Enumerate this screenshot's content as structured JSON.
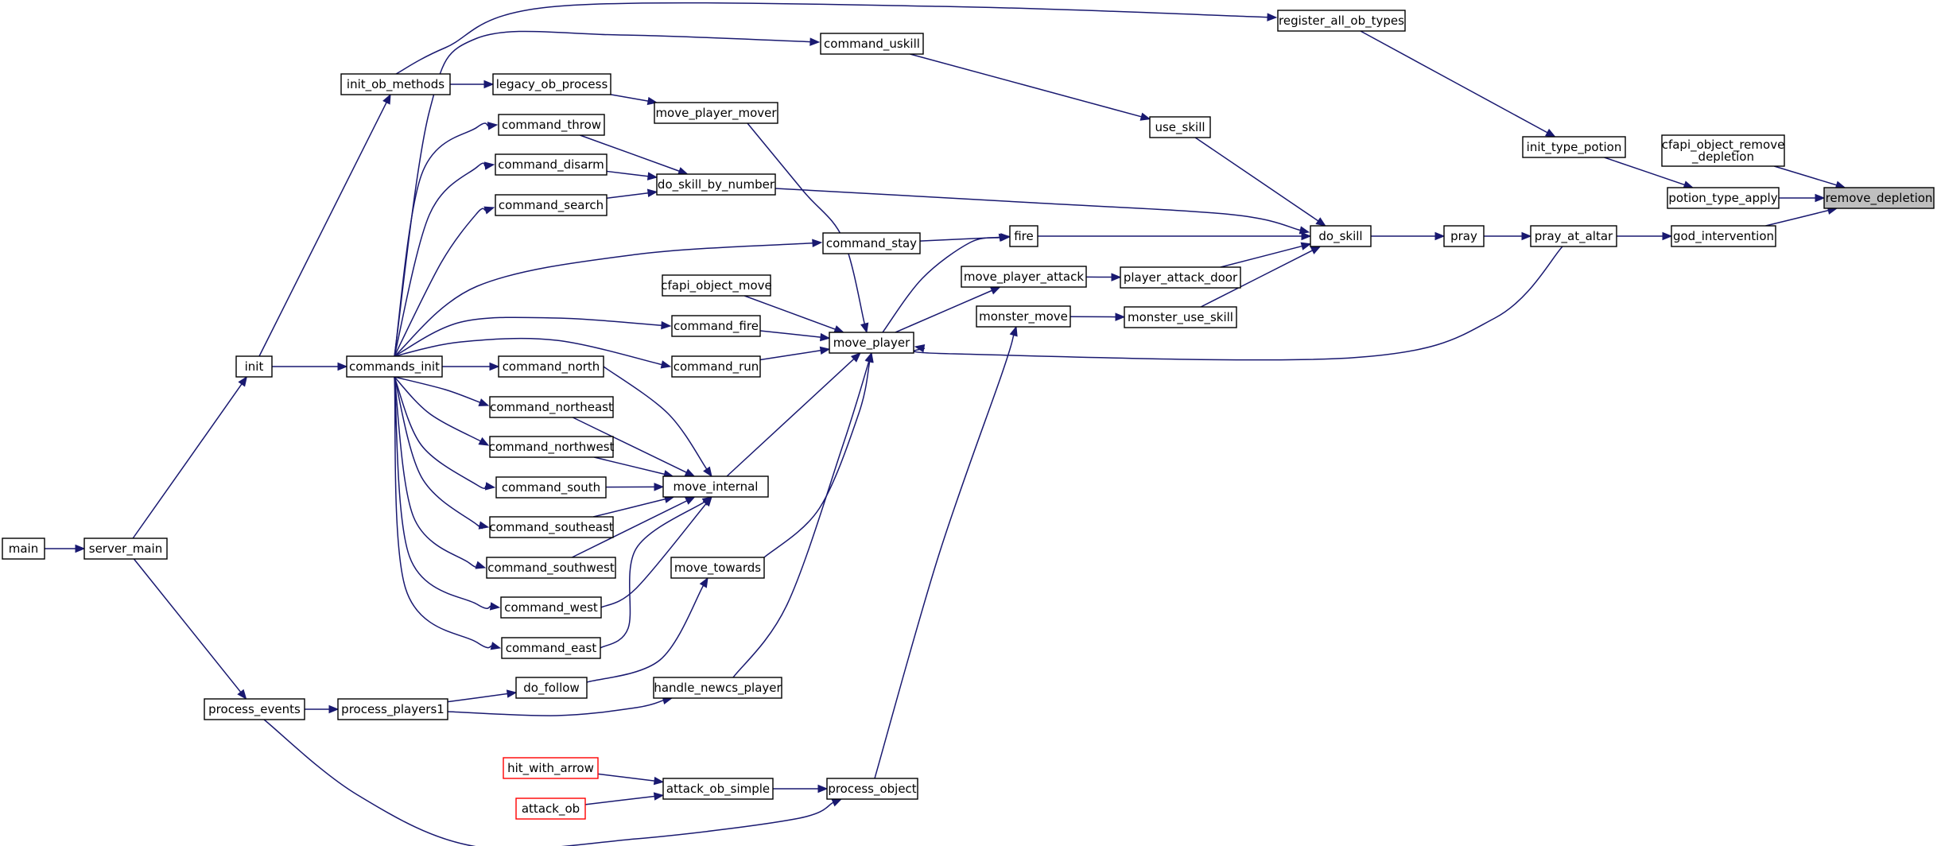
{
  "diagram": {
    "nodes": [
      {
        "id": "main",
        "label": [
          "main"
        ]
      },
      {
        "id": "server_main",
        "label": [
          "server_main"
        ]
      },
      {
        "id": "init",
        "label": [
          "init"
        ]
      },
      {
        "id": "process_events",
        "label": [
          "process_events"
        ]
      },
      {
        "id": "init_ob_methods",
        "label": [
          "init_ob_methods"
        ]
      },
      {
        "id": "commands_init",
        "label": [
          "commands_init"
        ]
      },
      {
        "id": "process_players1",
        "label": [
          "process_players1"
        ]
      },
      {
        "id": "legacy_ob_process",
        "label": [
          "legacy_ob_process"
        ]
      },
      {
        "id": "command_throw",
        "label": [
          "command_throw"
        ]
      },
      {
        "id": "command_disarm",
        "label": [
          "command_disarm"
        ]
      },
      {
        "id": "command_search",
        "label": [
          "command_search"
        ]
      },
      {
        "id": "command_north",
        "label": [
          "command_north"
        ]
      },
      {
        "id": "command_northeast",
        "label": [
          "command_northeast"
        ]
      },
      {
        "id": "command_northwest",
        "label": [
          "command_northwest"
        ]
      },
      {
        "id": "command_south",
        "label": [
          "command_south"
        ]
      },
      {
        "id": "command_southeast",
        "label": [
          "command_southeast"
        ]
      },
      {
        "id": "command_southwest",
        "label": [
          "command_southwest"
        ]
      },
      {
        "id": "command_west",
        "label": [
          "command_west"
        ]
      },
      {
        "id": "command_east",
        "label": [
          "command_east"
        ]
      },
      {
        "id": "do_follow",
        "label": [
          "do_follow"
        ]
      },
      {
        "id": "hit_with_arrow",
        "label": [
          "hit_with_arrow"
        ],
        "style": "red"
      },
      {
        "id": "attack_ob",
        "label": [
          "attack_ob"
        ],
        "style": "red"
      },
      {
        "id": "move_player_mover",
        "label": [
          "move_player_mover"
        ]
      },
      {
        "id": "do_skill_by_number",
        "label": [
          "do_skill_by_number"
        ]
      },
      {
        "id": "cfapi_object_move",
        "label": [
          "cfapi_object_move"
        ]
      },
      {
        "id": "command_fire",
        "label": [
          "command_fire"
        ]
      },
      {
        "id": "command_run",
        "label": [
          "command_run"
        ]
      },
      {
        "id": "move_internal",
        "label": [
          "move_internal"
        ]
      },
      {
        "id": "move_towards",
        "label": [
          "move_towards"
        ]
      },
      {
        "id": "handle_newcs_player",
        "label": [
          "handle_newcs_player"
        ]
      },
      {
        "id": "attack_ob_simple",
        "label": [
          "attack_ob_simple"
        ]
      },
      {
        "id": "command_uskill",
        "label": [
          "command_uskill"
        ]
      },
      {
        "id": "command_stay",
        "label": [
          "command_stay"
        ]
      },
      {
        "id": "move_player",
        "label": [
          "move_player"
        ]
      },
      {
        "id": "process_object",
        "label": [
          "process_object"
        ]
      },
      {
        "id": "fire",
        "label": [
          "fire"
        ]
      },
      {
        "id": "move_player_attack",
        "label": [
          "move_player_attack"
        ]
      },
      {
        "id": "monster_move",
        "label": [
          "monster_move"
        ]
      },
      {
        "id": "use_skill",
        "label": [
          "use_skill"
        ]
      },
      {
        "id": "player_attack_door",
        "label": [
          "player_attack_door"
        ]
      },
      {
        "id": "monster_use_skill",
        "label": [
          "monster_use_skill"
        ]
      },
      {
        "id": "register_all_ob_types",
        "label": [
          "register_all_ob_types"
        ]
      },
      {
        "id": "do_skill",
        "label": [
          "do_skill"
        ]
      },
      {
        "id": "pray",
        "label": [
          "pray"
        ]
      },
      {
        "id": "init_type_potion",
        "label": [
          "init_type_potion"
        ]
      },
      {
        "id": "pray_at_altar",
        "label": [
          "pray_at_altar"
        ]
      },
      {
        "id": "cfapi_object_remove_depletion",
        "label": [
          "cfapi_object_remove",
          "_depletion"
        ]
      },
      {
        "id": "potion_type_apply",
        "label": [
          "potion_type_apply"
        ]
      },
      {
        "id": "god_intervention",
        "label": [
          "god_intervention"
        ]
      },
      {
        "id": "remove_depletion",
        "label": [
          "remove_depletion"
        ],
        "style": "highlight"
      }
    ],
    "edges": [
      [
        "main",
        "server_main"
      ],
      [
        "server_main",
        "init"
      ],
      [
        "server_main",
        "process_events"
      ],
      [
        "init",
        "init_ob_methods"
      ],
      [
        "init",
        "commands_init"
      ],
      [
        "process_events",
        "process_players1"
      ],
      [
        "process_events",
        "process_object"
      ],
      [
        "init_ob_methods",
        "legacy_ob_process"
      ],
      [
        "init_ob_methods",
        "register_all_ob_types"
      ],
      [
        "commands_init",
        "command_uskill"
      ],
      [
        "commands_init",
        "command_throw"
      ],
      [
        "commands_init",
        "command_disarm"
      ],
      [
        "commands_init",
        "command_search"
      ],
      [
        "commands_init",
        "command_stay"
      ],
      [
        "commands_init",
        "command_fire"
      ],
      [
        "commands_init",
        "command_run"
      ],
      [
        "commands_init",
        "command_north"
      ],
      [
        "commands_init",
        "command_northeast"
      ],
      [
        "commands_init",
        "command_northwest"
      ],
      [
        "commands_init",
        "command_south"
      ],
      [
        "commands_init",
        "command_southeast"
      ],
      [
        "commands_init",
        "command_southwest"
      ],
      [
        "commands_init",
        "command_west"
      ],
      [
        "commands_init",
        "command_east"
      ],
      [
        "process_players1",
        "do_follow"
      ],
      [
        "process_players1",
        "handle_newcs_player"
      ],
      [
        "legacy_ob_process",
        "move_player_mover"
      ],
      [
        "command_throw",
        "do_skill_by_number"
      ],
      [
        "command_disarm",
        "do_skill_by_number"
      ],
      [
        "command_search",
        "do_skill_by_number"
      ],
      [
        "command_north",
        "move_internal"
      ],
      [
        "command_northeast",
        "move_internal"
      ],
      [
        "command_northwest",
        "move_internal"
      ],
      [
        "command_south",
        "move_internal"
      ],
      [
        "command_southeast",
        "move_internal"
      ],
      [
        "command_southwest",
        "move_internal"
      ],
      [
        "command_west",
        "move_internal"
      ],
      [
        "command_east",
        "move_internal"
      ],
      [
        "do_follow",
        "move_towards"
      ],
      [
        "hit_with_arrow",
        "attack_ob_simple"
      ],
      [
        "attack_ob",
        "attack_ob_simple"
      ],
      [
        "move_player_mover",
        "move_player"
      ],
      [
        "do_skill_by_number",
        "do_skill"
      ],
      [
        "cfapi_object_move",
        "move_player"
      ],
      [
        "command_fire",
        "move_player"
      ],
      [
        "command_run",
        "move_player"
      ],
      [
        "move_internal",
        "move_player"
      ],
      [
        "move_towards",
        "move_player"
      ],
      [
        "handle_newcs_player",
        "move_player"
      ],
      [
        "attack_ob_simple",
        "process_object"
      ],
      [
        "command_uskill",
        "use_skill"
      ],
      [
        "command_stay",
        "fire"
      ],
      [
        "move_player",
        "fire"
      ],
      [
        "move_player",
        "move_player_attack"
      ],
      [
        "process_object",
        "monster_move"
      ],
      [
        "fire",
        "do_skill"
      ],
      [
        "move_player_attack",
        "player_attack_door"
      ],
      [
        "monster_move",
        "monster_use_skill"
      ],
      [
        "use_skill",
        "do_skill"
      ],
      [
        "player_attack_door",
        "do_skill"
      ],
      [
        "monster_use_skill",
        "do_skill"
      ],
      [
        "register_all_ob_types",
        "init_type_potion"
      ],
      [
        "do_skill",
        "pray"
      ],
      [
        "pray",
        "pray_at_altar"
      ],
      [
        "pray_at_altar",
        "move_player"
      ],
      [
        "pray_at_altar",
        "god_intervention"
      ],
      [
        "init_type_potion",
        "potion_type_apply"
      ],
      [
        "cfapi_object_remove_depletion",
        "remove_depletion"
      ],
      [
        "potion_type_apply",
        "remove_depletion"
      ],
      [
        "god_intervention",
        "remove_depletion"
      ]
    ],
    "colors": {
      "edge": "#191970",
      "node_border": "#000000",
      "node_border_external": "#ff0000",
      "highlight_fill": "#bfbfbf"
    }
  }
}
